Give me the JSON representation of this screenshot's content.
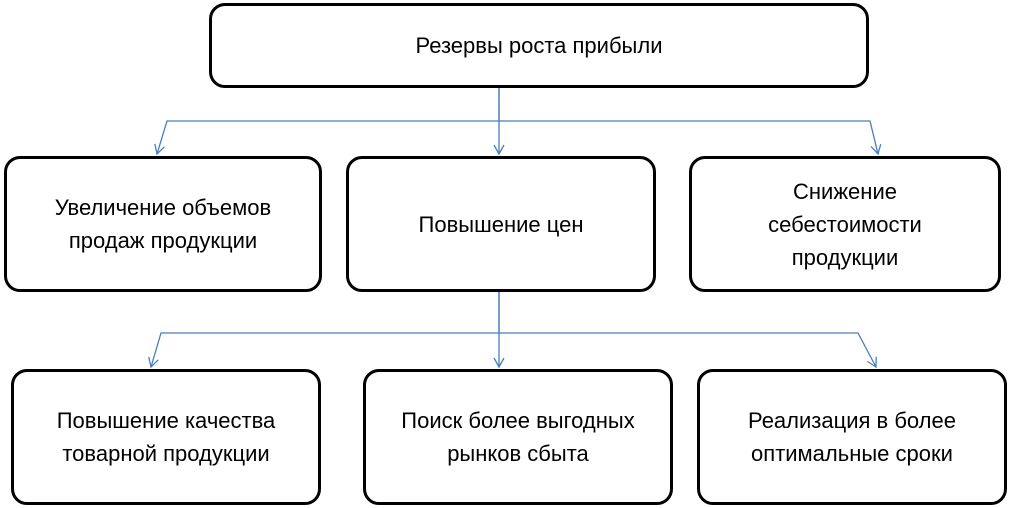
{
  "diagram": {
    "root": {
      "label": "Резервы роста прибыли"
    },
    "level1": [
      {
        "label": "Увеличение объемов\nпродаж продукции"
      },
      {
        "label": "Повышение цен"
      },
      {
        "label": "Снижение\nсебестоимости\nпродукции"
      }
    ],
    "level2": [
      {
        "label": "Повышение качества\nтоварной продукции"
      },
      {
        "label": "Поиск более выгодных\nрынков сбыта"
      },
      {
        "label": "Реализация в более\nоптимальные сроки"
      }
    ],
    "edges": [
      {
        "from": "root",
        "to": "level1.0"
      },
      {
        "from": "root",
        "to": "level1.1"
      },
      {
        "from": "root",
        "to": "level1.2"
      },
      {
        "from": "level1.1",
        "to": "level2.0"
      },
      {
        "from": "level1.1",
        "to": "level2.1"
      },
      {
        "from": "level1.1",
        "to": "level2.2"
      }
    ],
    "colors": {
      "connector": "#4a7ebb",
      "border": "#000000"
    }
  }
}
